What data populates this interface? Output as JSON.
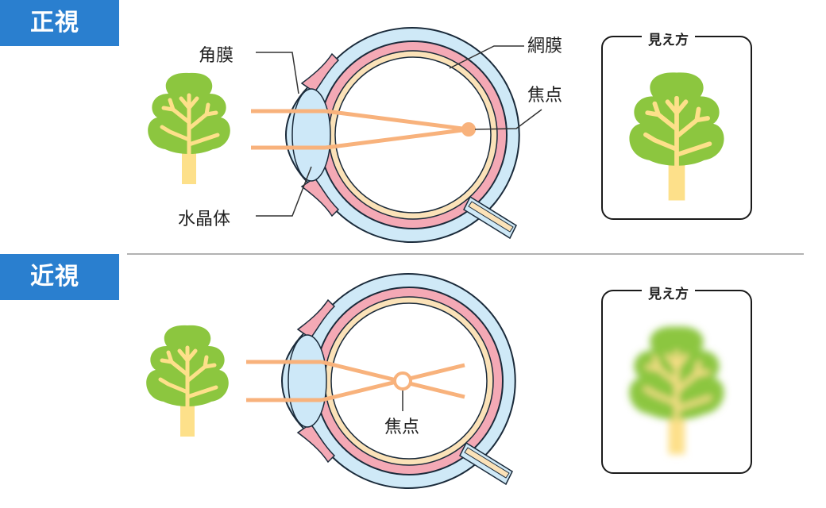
{
  "sections": {
    "normal": {
      "tag": "正視",
      "labels": {
        "cornea": "角膜",
        "retina": "網膜",
        "focus": "焦点",
        "lens": "水晶体"
      },
      "view_title": "見え方"
    },
    "myopia": {
      "tag": "近視",
      "labels": {
        "focus": "焦点"
      },
      "view_title": "見え方"
    }
  },
  "colors": {
    "tag_bg": "#2a7fcf",
    "eye_outer": "#cfe9f7",
    "eye_stroke": "#1a2a3a",
    "retina_pink": "#f4a9b5",
    "retina_cream": "#fbe2b8",
    "ray": "#f8b27c",
    "lens": "#cde8f8",
    "tree_green": "#8cc63f",
    "tree_trunk": "#fde08a"
  }
}
